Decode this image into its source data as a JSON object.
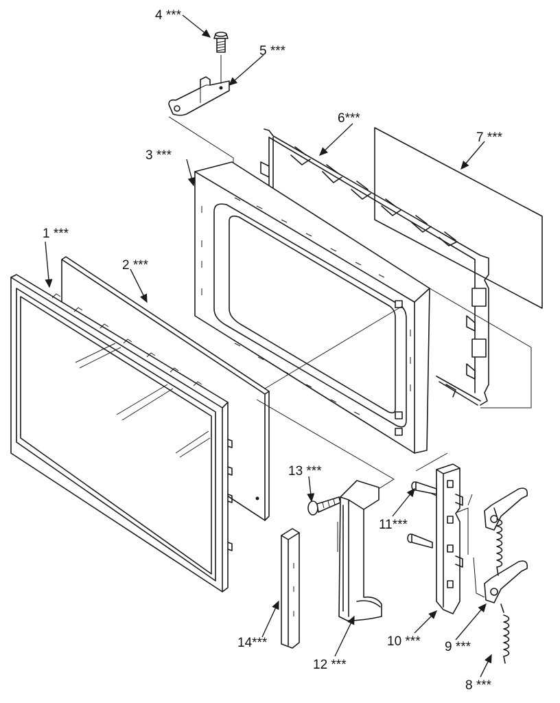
{
  "callouts": [
    {
      "id": "c1",
      "text": "1 ***"
    },
    {
      "id": "c2",
      "text": "2 ***"
    },
    {
      "id": "c3",
      "text": "3 ***"
    },
    {
      "id": "c4",
      "text": "4 ***"
    },
    {
      "id": "c5",
      "text": "5 ***"
    },
    {
      "id": "c6",
      "text": "6***"
    },
    {
      "id": "c7",
      "text": "7 ***"
    },
    {
      "id": "c8",
      "text": "8 ***"
    },
    {
      "id": "c9",
      "text": "9 ***"
    },
    {
      "id": "c10",
      "text": "10 ***"
    },
    {
      "id": "c11",
      "text": "11***"
    },
    {
      "id": "c12",
      "text": "12 ***"
    },
    {
      "id": "c13",
      "text": "13 ***"
    },
    {
      "id": "c14",
      "text": "14***"
    }
  ]
}
